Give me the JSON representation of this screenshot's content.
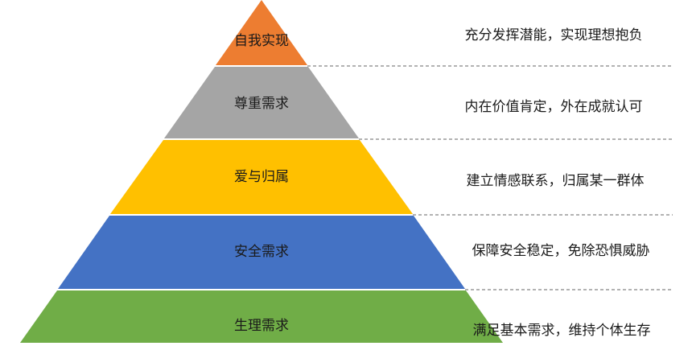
{
  "tiers": [
    {
      "label": "自我实现",
      "description": "充分发挥潜能，实现理想抱负",
      "color": "#ED7D31"
    },
    {
      "label": "尊重需求",
      "description": "内在价值肯定，外在成就认可",
      "color": "#A5A5A5"
    },
    {
      "label": "爱与归属",
      "description": "建立情感联系，归属某一群体",
      "color": "#FFC000"
    },
    {
      "label": "安全需求",
      "description": "保障安全稳定，免除恐惧威胁",
      "color": "#4472C4"
    },
    {
      "label": "生理需求",
      "description": "满足基本需求，维持个体生存",
      "color": "#70AD47"
    }
  ]
}
